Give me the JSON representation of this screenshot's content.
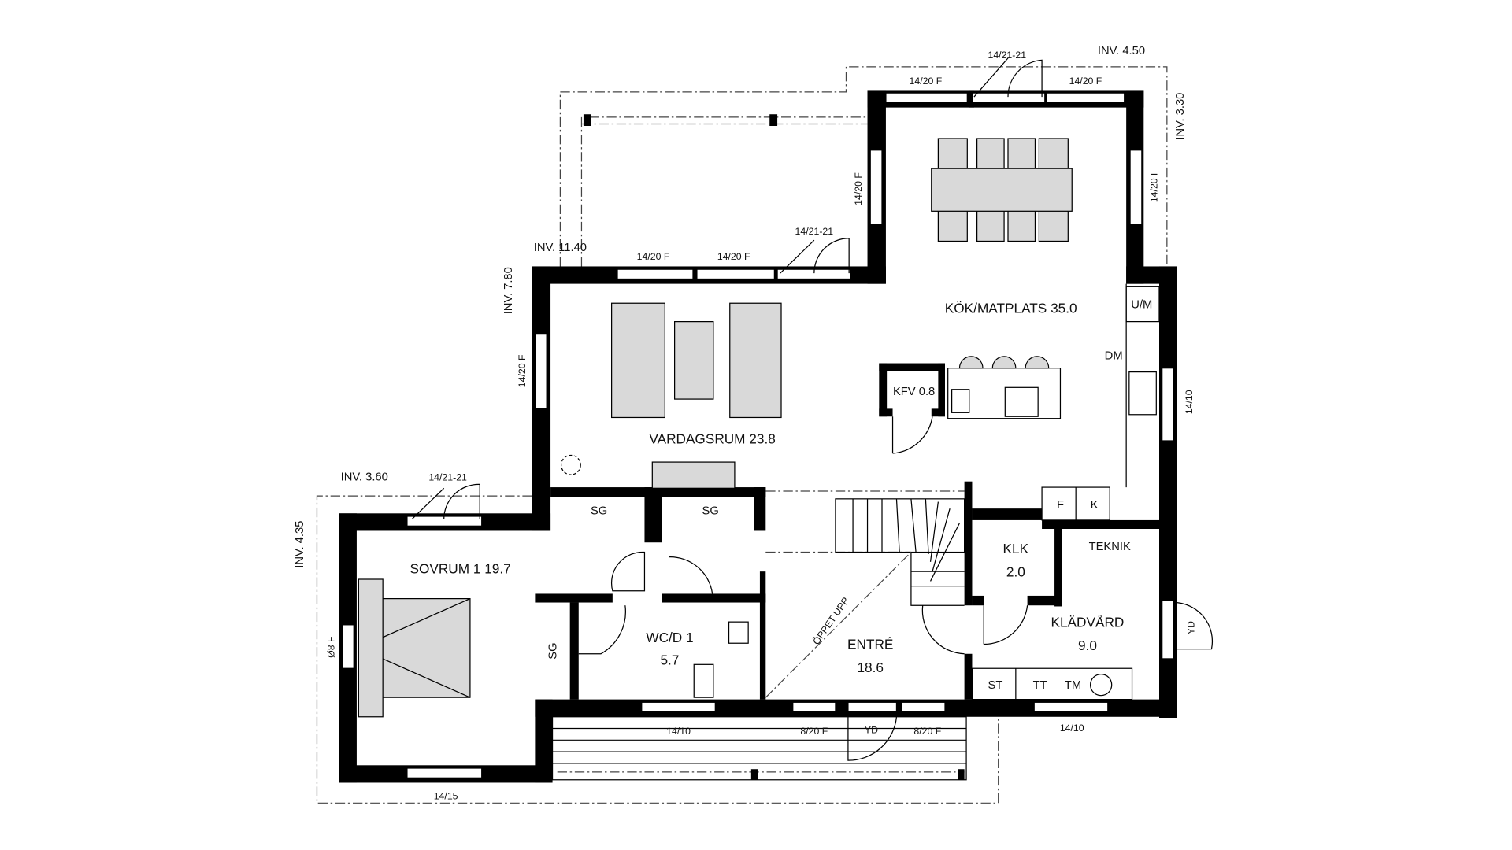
{
  "colors": {
    "wall": "#000000",
    "furniture": "#d9d9d9",
    "background": "#ffffff"
  },
  "rooms": {
    "kitchen": "KÖK/MATPLATS 35.0",
    "living": "VARDAGSRUM 23.8",
    "bedroom": "SOVRUM 1 19.7",
    "wc_name": "WC/D 1",
    "wc_area": "5.7",
    "entre_name": "ENTRÉ",
    "entre_area": "18.6",
    "klk_name": "KLK",
    "klk_area": "2.0",
    "kladvard_name": "KLÄDVÅRD",
    "kladvard_area": "9.0",
    "teknik": "TEKNIK",
    "kfv": "KFV 0.8"
  },
  "fixtures": {
    "um": "U/M",
    "dm": "DM",
    "f": "F",
    "k": "K",
    "sg1": "SG",
    "sg2": "SG",
    "sg3": "SG",
    "st": "ST",
    "tt": "TT",
    "tm": "TM",
    "open_up": "ÖPPET UPP"
  },
  "levels": {
    "inv_450": "INV. 4.50",
    "inv_330": "INV. 3.30",
    "inv_1140": "INV. 11.40",
    "inv_780": "INV. 7.80",
    "inv_360": "INV. 3.60",
    "inv_435": "INV. 4.35"
  },
  "openings": {
    "door_top": "14/21-21",
    "win_top_left": "14/20 F",
    "win_top_right": "14/20 F",
    "win_kitchen_left": "14/20 F",
    "win_kitchen_right": "14/20 F",
    "door_living": "14/21-21",
    "win_living_1": "14/20 F",
    "win_living_2": "14/20 F",
    "win_living_side": "14/20 F",
    "win_kitchen_east": "14/10",
    "door_bedroom": "14/21-21",
    "win_bedroom_side": "Ø8 F",
    "door_yd_east": "YD",
    "win_wc": "14/10",
    "win_entre_1": "8/20 F",
    "door_entre": "YD",
    "win_entre_2": "8/20 F",
    "win_kladvard": "14/10",
    "win_bedroom_bottom": "14/15"
  }
}
